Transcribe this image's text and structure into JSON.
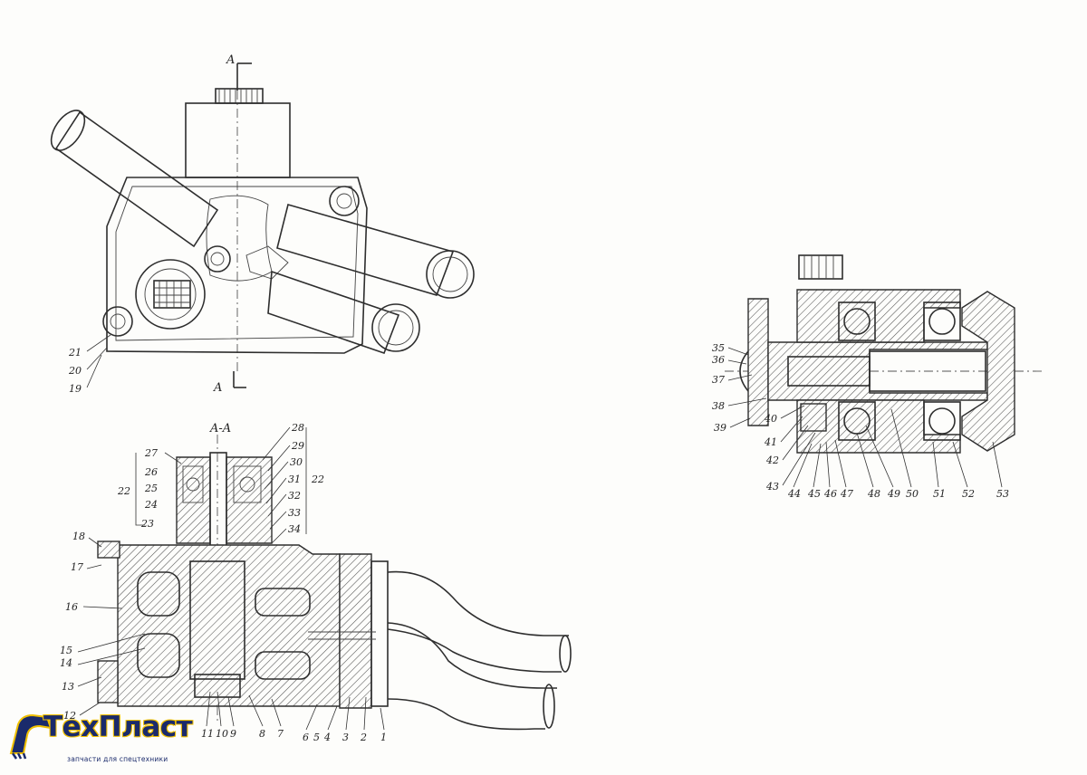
{
  "section_marks": {
    "a_top": "A",
    "a_bottom": "A",
    "section_title": "A-A"
  },
  "callouts": {
    "top_view": [
      "21",
      "20",
      "19"
    ],
    "section_left": [
      "27",
      "26",
      "25",
      "22",
      "24",
      "23",
      "18",
      "17",
      "16",
      "15",
      "14",
      "13",
      "12"
    ],
    "section_bottom": [
      "11",
      "10",
      "9",
      "8",
      "7",
      "6",
      "5",
      "4",
      "3",
      "2",
      "1"
    ],
    "section_right": [
      "28",
      "29",
      "30",
      "31",
      "22",
      "32",
      "33",
      "34"
    ],
    "hub_left": [
      "35",
      "36",
      "37",
      "38",
      "39"
    ],
    "hub_bottom": [
      "40",
      "41",
      "42",
      "43",
      "44",
      "45",
      "46",
      "47",
      "48",
      "49",
      "50",
      "51",
      "52",
      "53"
    ]
  },
  "logo": {
    "name": "ТехПласт",
    "tagline": "запчасти для спецтехники",
    "colors": {
      "primary": "#1a2a6b",
      "accent": "#f0c000"
    },
    "icon": "excavator-bucket-icon"
  }
}
